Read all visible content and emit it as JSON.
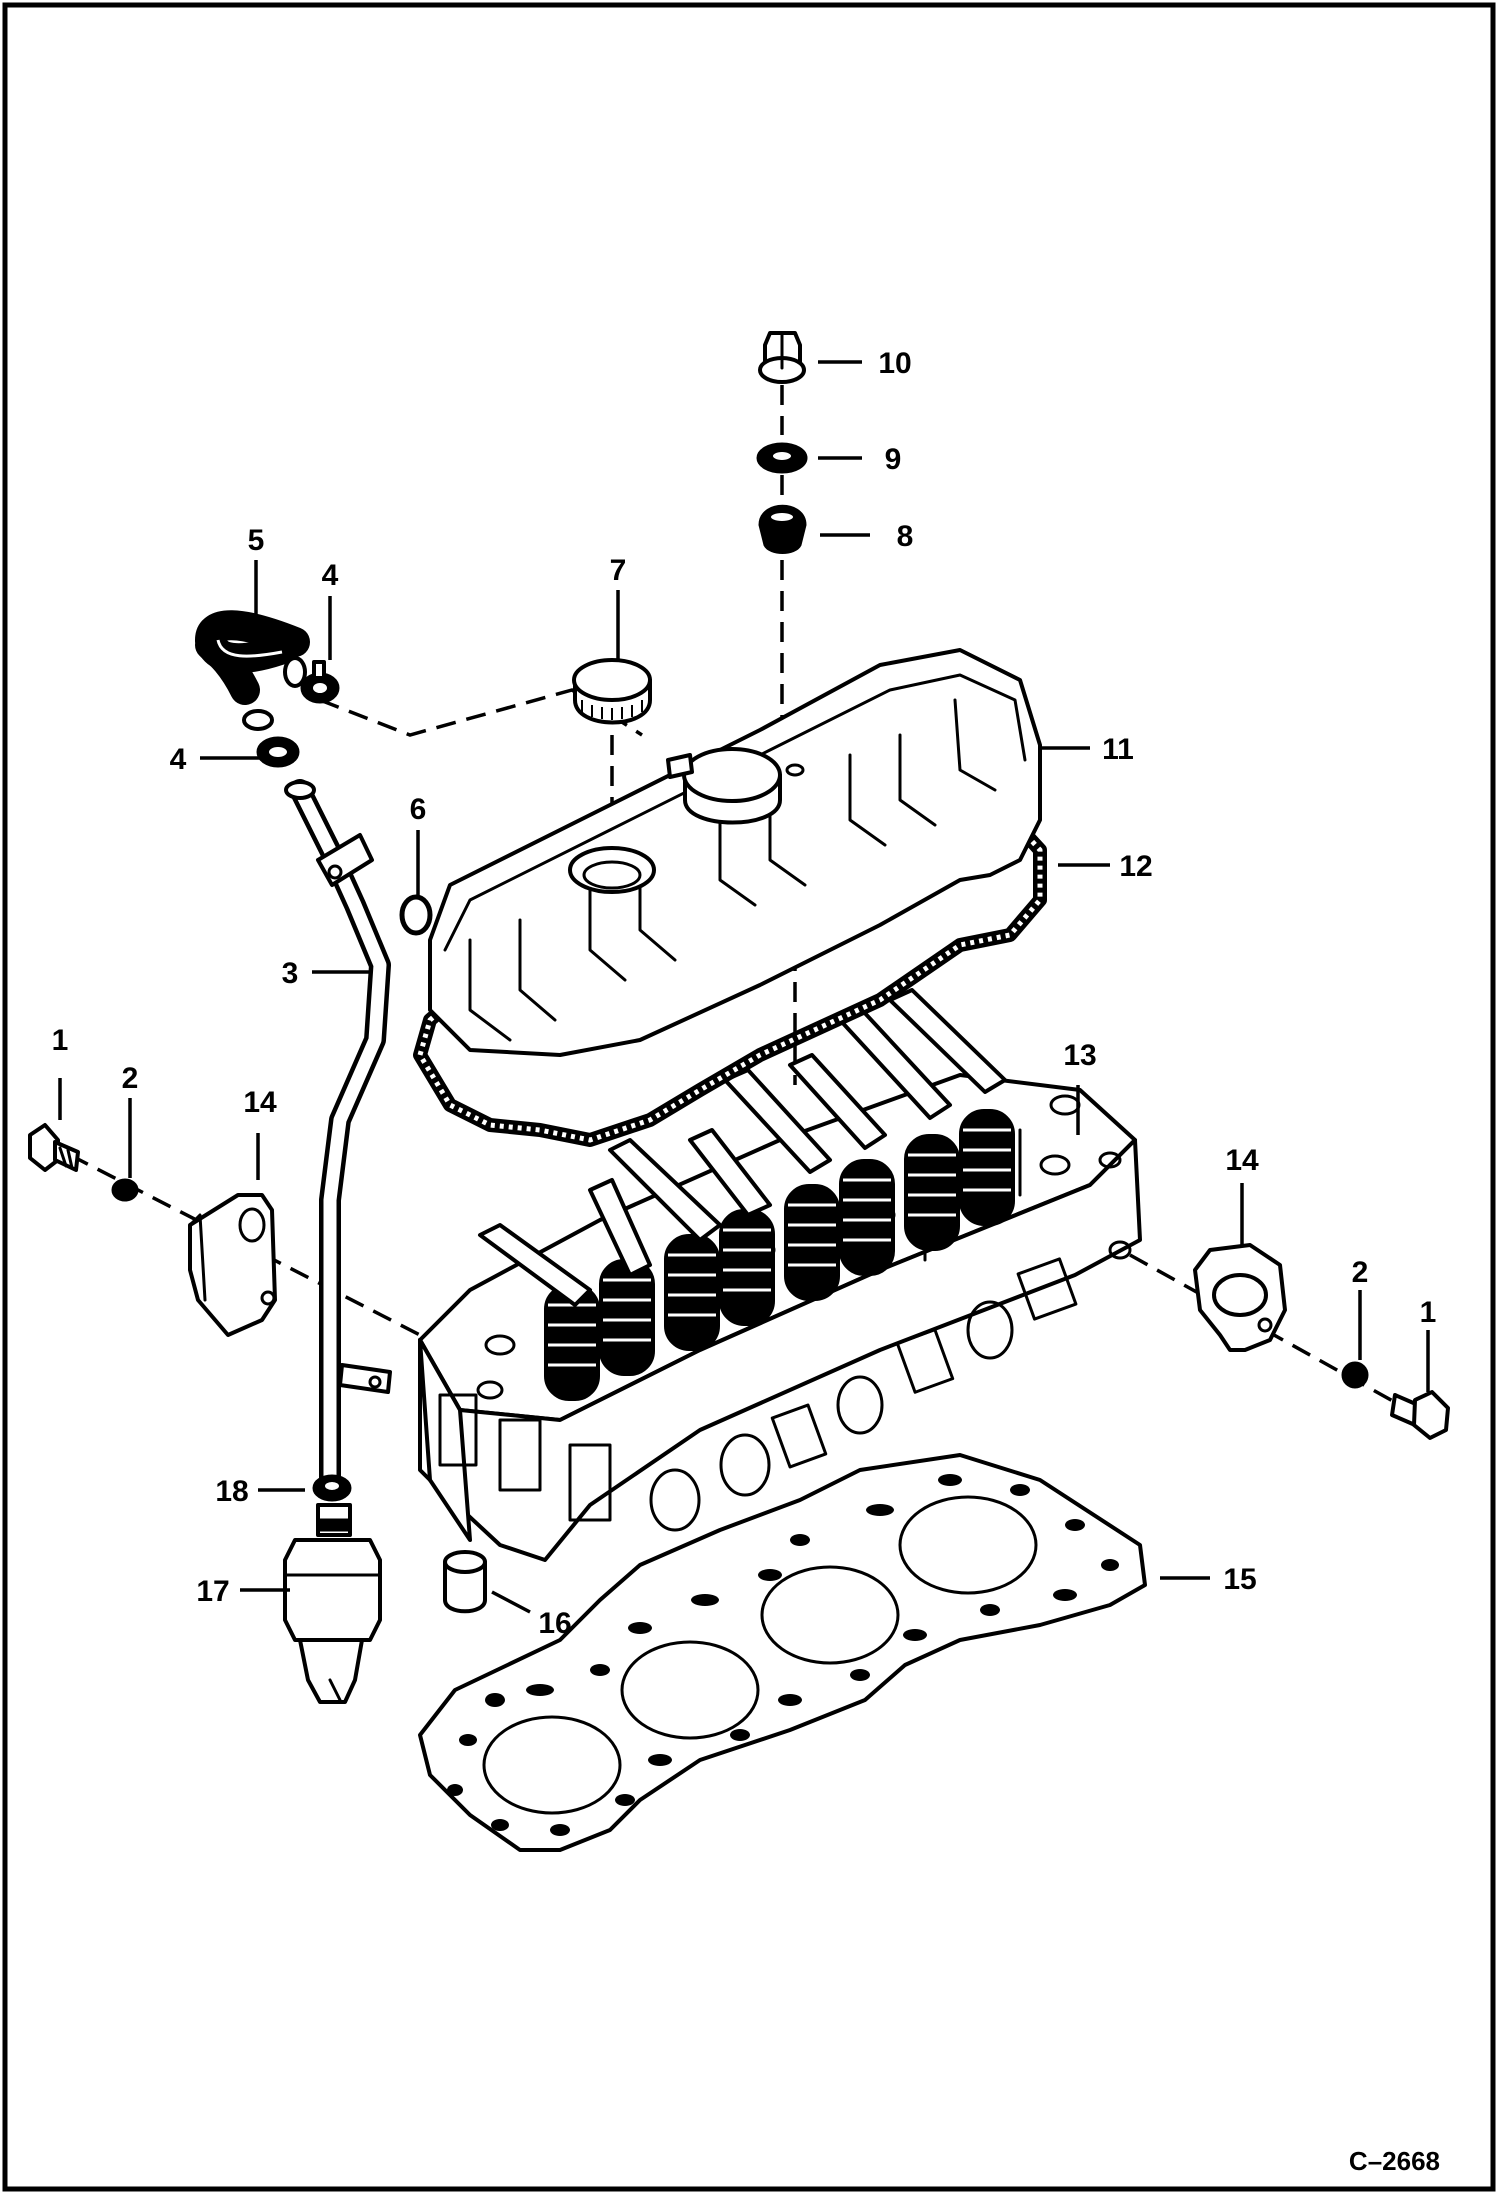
{
  "callouts": {
    "c1_left": "1",
    "c2_left": "2",
    "c3": "3",
    "c4_top": "4",
    "c4_left": "4",
    "c5": "5",
    "c6": "6",
    "c7": "7",
    "c8": "8",
    "c9": "9",
    "c10": "10",
    "c11": "11",
    "c12": "12",
    "c13": "13",
    "c14_left": "14",
    "c14_right": "14",
    "c15": "15",
    "c16": "16",
    "c17": "17",
    "c18": "18",
    "c2_right": "2",
    "c1_right": "1"
  },
  "figure_id": "C–2668"
}
